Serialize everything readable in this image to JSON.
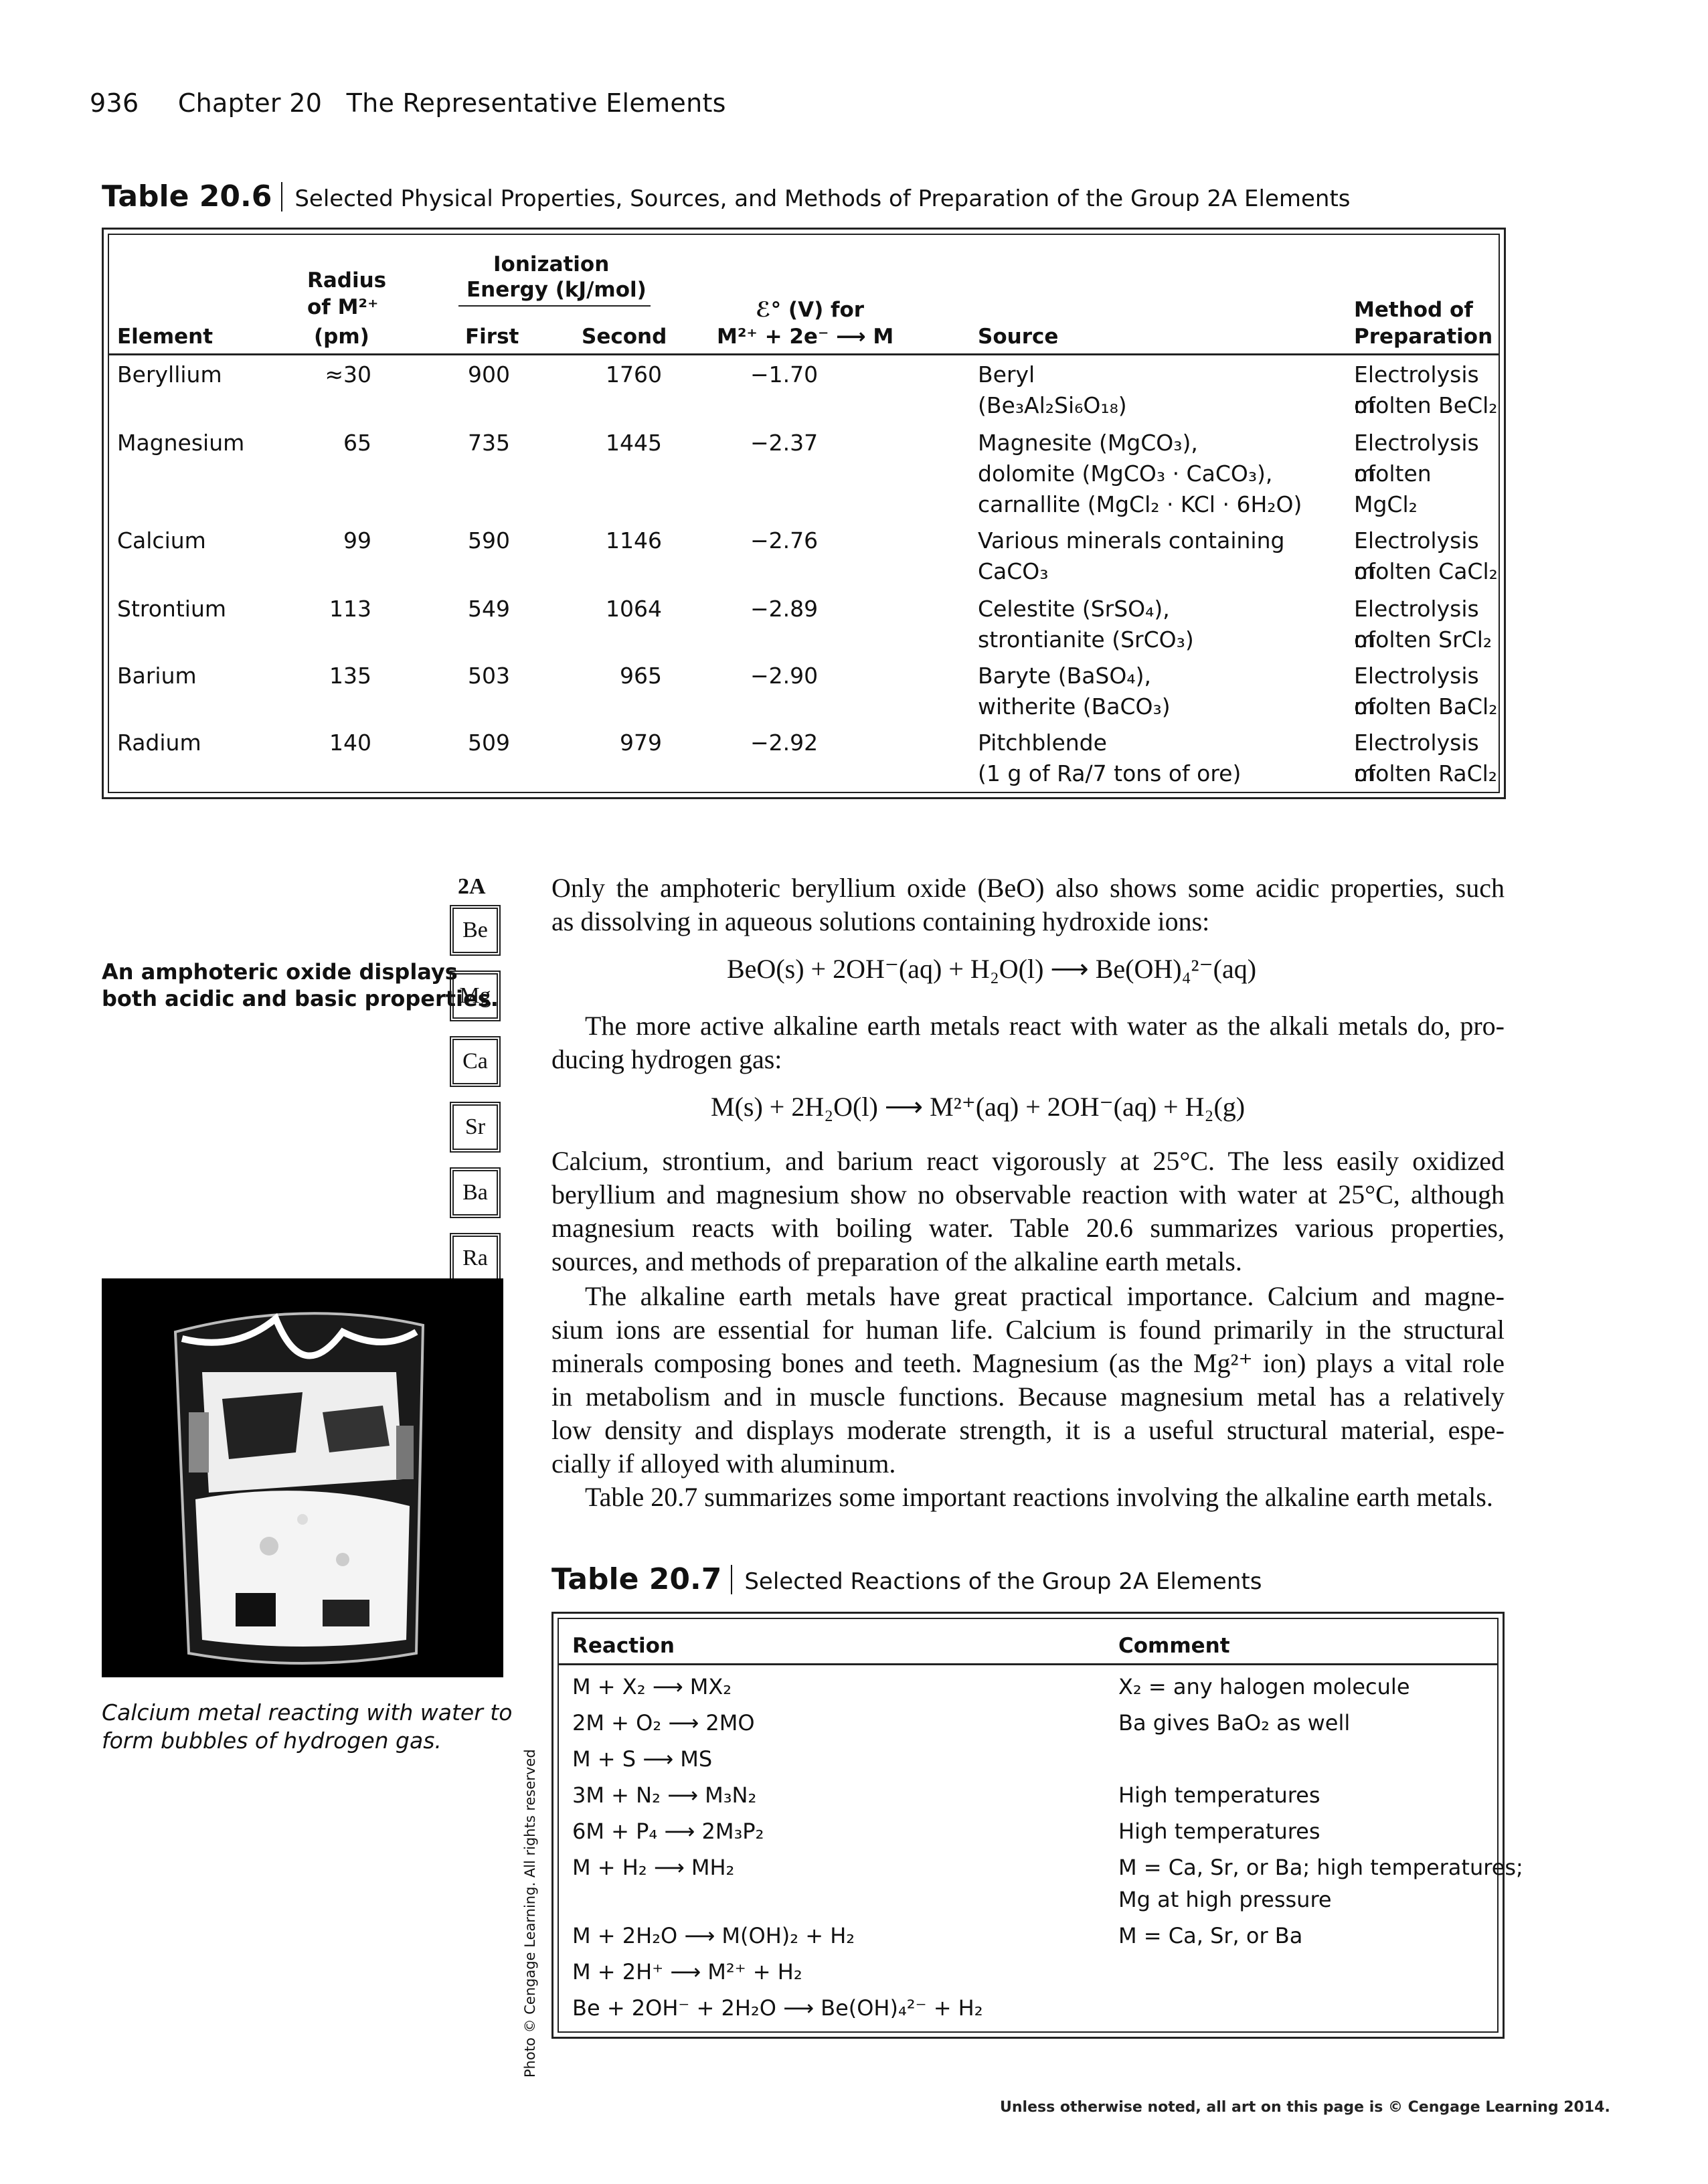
{
  "running_head": {
    "page_number": "936",
    "chapter": "Chapter 20",
    "title": "The Representative Elements"
  },
  "table_20_6": {
    "number": "Table 20.6",
    "caption": "Selected Physical Properties, Sources, and Methods of Preparation of the Group 2A Elements",
    "headers": {
      "element": "Element",
      "radius_1": "Radius",
      "radius_2": "of M²⁺",
      "radius_3": "(pm)",
      "ie_1": "Ionization",
      "ie_2": "Energy (kJ/mol)",
      "first": "First",
      "second": "Second",
      "e0_1": "ℰ° (V) for",
      "e0_2": "M²⁺ + 2e⁻ ⟶ M",
      "source": "Source",
      "method_1": "Method of",
      "method_2": "Preparation"
    },
    "rows": [
      {
        "element": "Beryllium",
        "radius": "≈30",
        "first": "900",
        "second": "1760",
        "e0": "−1.70",
        "source": [
          "Beryl",
          "(Be₃Al₂Si₆O₁₈)"
        ],
        "method": [
          "Electrolysis of",
          "molten BeCl₂"
        ]
      },
      {
        "element": "Magnesium",
        "radius": "65",
        "first": "735",
        "second": "1445",
        "e0": "−2.37",
        "source": [
          "Magnesite (MgCO₃),",
          "dolomite (MgCO₃ · CaCO₃),",
          "carnallite (MgCl₂ · KCl · 6H₂O)"
        ],
        "method": [
          "Electrolysis of",
          "molten MgCl₂"
        ]
      },
      {
        "element": "Calcium",
        "radius": "99",
        "first": "590",
        "second": "1146",
        "e0": "−2.76",
        "source": [
          "Various minerals containing",
          "CaCO₃"
        ],
        "method": [
          "Electrolysis of",
          "molten CaCl₂"
        ]
      },
      {
        "element": "Strontium",
        "radius": "113",
        "first": "549",
        "second": "1064",
        "e0": "−2.89",
        "source": [
          "Celestite (SrSO₄),",
          "strontianite (SrCO₃)"
        ],
        "method": [
          "Electrolysis of",
          "molten SrCl₂"
        ]
      },
      {
        "element": "Barium",
        "radius": "135",
        "first": "503",
        "second": "965",
        "e0": "−2.90",
        "source": [
          "Baryte (BaSO₄),",
          "witherite (BaCO₃)"
        ],
        "method": [
          "Electrolysis of",
          "molten BaCl₂"
        ]
      },
      {
        "element": "Radium",
        "radius": "140",
        "first": "509",
        "second": "979",
        "e0": "−2.92",
        "source": [
          "Pitchblende",
          "(1 g of Ra/7 tons of ore)"
        ],
        "method": [
          "Electrolysis of",
          "molten RaCl₂"
        ]
      }
    ]
  },
  "sidebar": {
    "group_label": "2A",
    "elements": [
      "Be",
      "Mg",
      "Ca",
      "Sr",
      "Ba",
      "Ra"
    ],
    "note": [
      "An amphoteric oxide displays",
      "both acidic and basic properties."
    ],
    "photo_credit": "Photo © Cengage Learning. All rights reserved",
    "photo_caption": [
      "Calcium metal reacting with water to",
      "form bubbles of hydrogen gas."
    ]
  },
  "body": {
    "p1": [
      "Only the amphoteric beryllium oxide (BeO) also shows some acidic properties, such",
      "as dissolving in aqueous solutions containing hydroxide ions:"
    ],
    "eq1": "BeO(s) + 2OH⁻(aq) + H₂O(l) ⟶ Be(OH)₄²⁻(aq)",
    "p2": [
      "The more active alkaline earth metals react with water as the alkali metals do, pro-",
      "ducing hydrogen gas:"
    ],
    "eq2": "M(s) + 2H₂O(l) ⟶ M²⁺(aq) + 2OH⁻(aq) + H₂(g)",
    "p3": [
      "Calcium, strontium, and barium react vigorously at 25°C. The less easily oxidized",
      "beryllium and magnesium show no observable reaction with water at 25°C, although",
      "magnesium reacts with boiling water. Table 20.6 summarizes various properties,",
      "sources, and methods of preparation of the alkaline earth metals."
    ],
    "p4": [
      "The alkaline earth metals have great practical importance. Calcium and magne-",
      "sium ions are essential for human life. Calcium is found primarily in the structural",
      "minerals composing bones and teeth. Magnesium (as the Mg²⁺ ion) plays a vital role",
      "in metabolism and in muscle functions. Because magnesium metal has a relatively",
      "low density and displays moderate strength, it is a useful structural material, espe-",
      "cially if alloyed with aluminum."
    ],
    "p5": [
      "Table 20.7 summarizes some important reactions involving the alkaline earth metals."
    ]
  },
  "table_20_7": {
    "number": "Table 20.7",
    "caption": "Selected Reactions of the Group 2A Elements",
    "headers": {
      "reaction": "Reaction",
      "comment": "Comment"
    },
    "rows": [
      {
        "reaction": "M + X₂ ⟶ MX₂",
        "comment": "X₂ = any halogen molecule"
      },
      {
        "reaction": "2M + O₂ ⟶ 2MO",
        "comment": "Ba gives BaO₂ as well"
      },
      {
        "reaction": "M + S ⟶ MS",
        "comment": ""
      },
      {
        "reaction": "3M + N₂ ⟶ M₃N₂",
        "comment": "High temperatures"
      },
      {
        "reaction": "6M + P₄ ⟶ 2M₃P₂",
        "comment": "High temperatures"
      },
      {
        "reaction": "M + H₂ ⟶ MH₂",
        "comment": "M = Ca, Sr, or Ba; high temperatures;"
      },
      {
        "reaction": "",
        "comment": "Mg at high pressure"
      },
      {
        "reaction": "M + 2H₂O ⟶ M(OH)₂ + H₂",
        "comment": "M = Ca, Sr, or Ba"
      },
      {
        "reaction": "M + 2H⁺ ⟶ M²⁺ + H₂",
        "comment": ""
      },
      {
        "reaction": "Be + 2OH⁻ + 2H₂O ⟶ Be(OH)₄²⁻ + H₂",
        "comment": ""
      }
    ]
  },
  "footer": "Unless otherwise noted, all art on this page is © Cengage Learning 2014."
}
